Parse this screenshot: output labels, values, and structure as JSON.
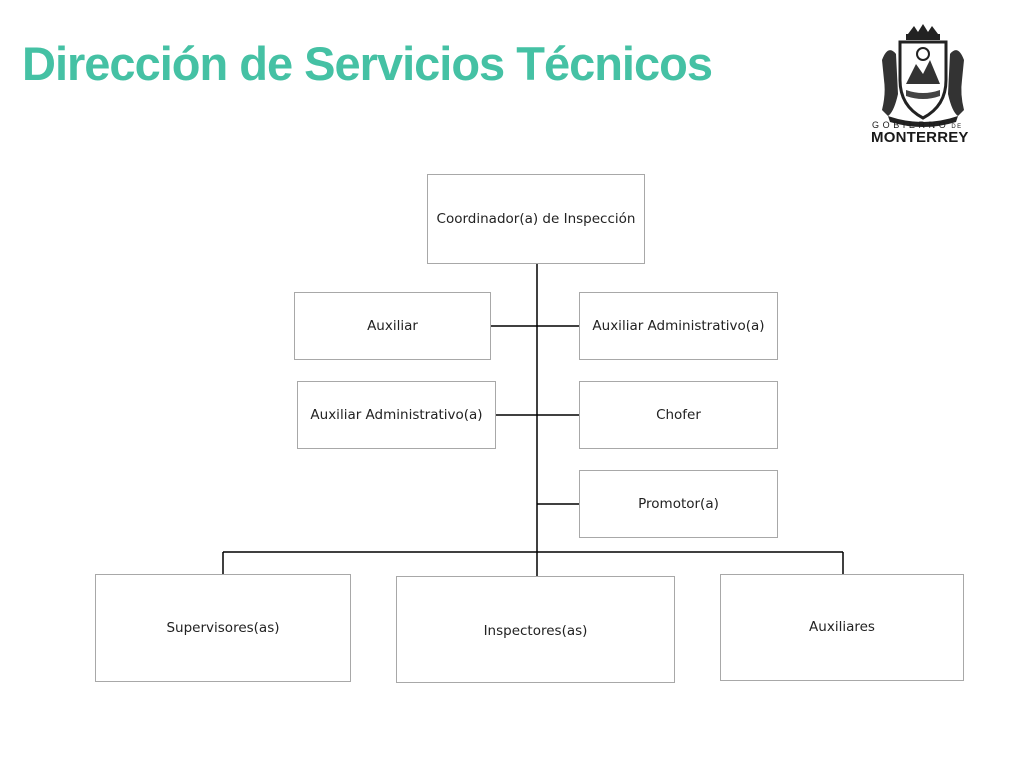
{
  "title": "Dirección de Servicios Técnicos",
  "logo": {
    "gobierno": "GOBIERNO",
    "de": "DE",
    "name": "MONTERREY"
  },
  "colors": {
    "title": "#45c1a4",
    "connector": "#000000",
    "box_border": "#a8a8a8",
    "text": "#222222"
  },
  "org_chart": {
    "root": "Coordinador(a) de Inspección",
    "staff_left": [
      "Auxiliar",
      "Auxiliar Administrativo(a)"
    ],
    "staff_right": [
      "Auxiliar Administrativo(a)",
      "Chofer",
      "Promotor(a)"
    ],
    "subordinates": [
      "Supervisores(as)",
      "Inspectores(as)",
      "Auxiliares"
    ]
  }
}
